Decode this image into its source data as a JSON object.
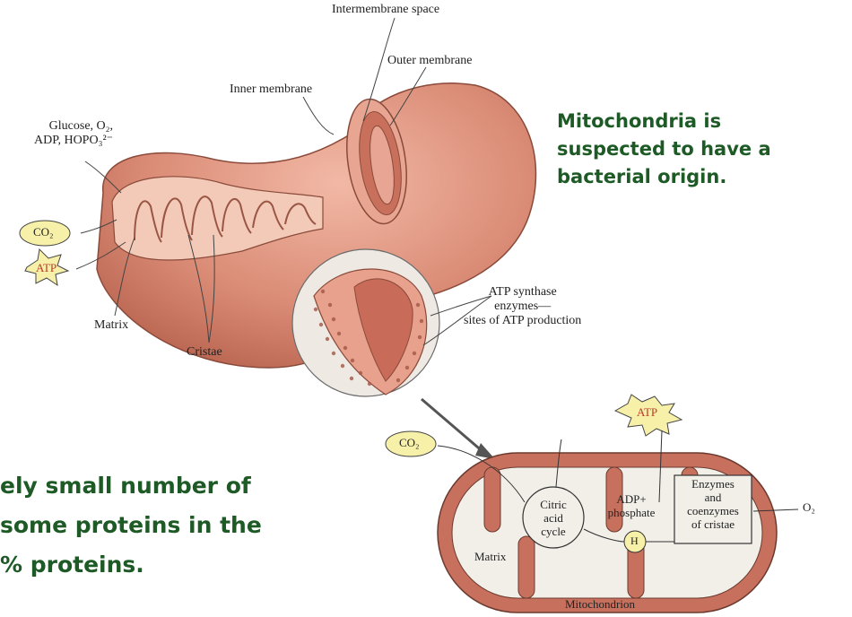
{
  "labels": {
    "intermembrane_space": "Intermembrane space",
    "outer_membrane": "Outer membrane",
    "inner_membrane": "Inner membrane",
    "inputs": [
      "Glucose, O₂,",
      "ADP, HOPO₃²⁻"
    ],
    "co2": "CO₂",
    "atp": "ATP",
    "matrix": "Matrix",
    "cristae": "Cristae",
    "atp_synthase": [
      "ATP synthase",
      "enzymes—",
      "sites of ATP production"
    ]
  },
  "schematic": {
    "co2": "CO₂",
    "atp": "ATP",
    "citric": [
      "Citric",
      "acid",
      "cycle"
    ],
    "adp": [
      "ADP+",
      "phosphate"
    ],
    "h": "H",
    "enzymes": [
      "Enzymes",
      "and",
      "coenzymes",
      "of cristae"
    ],
    "o2": "O₂",
    "matrix": "Matrix",
    "mitochondrion": "Mitochondrion"
  },
  "note": [
    "Mitochondria is",
    "suspected to have a",
    "bacterial origin."
  ],
  "bottom_text": [
    "ely small number of",
    "some proteins in the",
    "% proteins."
  ],
  "colors": {
    "accent_text": "#1d5a25",
    "membrane": "#c8705e",
    "membrane_light": "#e9a593"
  }
}
